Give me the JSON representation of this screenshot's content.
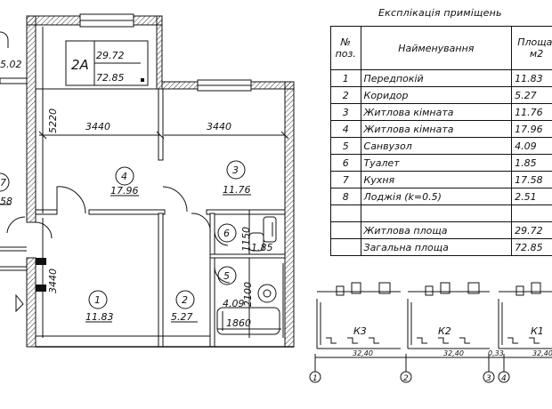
{
  "apartment": {
    "code": "2A",
    "living_area": "29.72",
    "total_area": "72.85"
  },
  "left_fragment": {
    "partial_area": "5.02",
    "partial_room_label": "7",
    "partial_room_area": "58"
  },
  "rooms": [
    {
      "number": "1",
      "area": "11.83"
    },
    {
      "number": "2",
      "area": "5.27"
    },
    {
      "number": "3",
      "area": "11.76"
    },
    {
      "number": "4",
      "area": "17.96"
    },
    {
      "number": "5",
      "area": "4.09"
    },
    {
      "number": "6",
      "area": "1.85"
    }
  ],
  "dimensions": {
    "vertical_left_top": "5220",
    "vertical_left_bottom": "3440",
    "room4_width": "3440",
    "room3_width": "3440",
    "bath_width": "1860",
    "bath_height": "2100",
    "toilet_height": "1150"
  },
  "table": {
    "title": "Експлікація приміщень",
    "headers": {
      "num": "№ поз.",
      "name": "Найменування",
      "area": "Площа, м2"
    },
    "rows": [
      {
        "num": "1",
        "name": "Передпокій",
        "area": "11.83"
      },
      {
        "num": "2",
        "name": "Коридор",
        "area": "5.27"
      },
      {
        "num": "3",
        "name": "Житлова кімната",
        "area": "11.76"
      },
      {
        "num": "4",
        "name": "Житлова кімната",
        "area": "17.96"
      },
      {
        "num": "5",
        "name": "Санвузол",
        "area": "4.09"
      },
      {
        "num": "6",
        "name": "Туалет",
        "area": "1.85"
      },
      {
        "num": "7",
        "name": "Кухня",
        "area": "17.58"
      },
      {
        "num": "8",
        "name": "Лоджія (k=0.5)",
        "area": "2.51"
      },
      {
        "num": "",
        "name": "",
        "area": ""
      },
      {
        "num": "",
        "name": "Житлова площа",
        "area": "29.72"
      },
      {
        "num": "",
        "name": "Загальна площа",
        "area": "72.85"
      }
    ]
  },
  "key_plan": {
    "sections": [
      "К3",
      "К2",
      "К1"
    ],
    "section_dims": [
      "32,40",
      "32,40",
      "0,33",
      "32,40"
    ],
    "axes": [
      "1",
      "2",
      "3",
      "4"
    ]
  }
}
